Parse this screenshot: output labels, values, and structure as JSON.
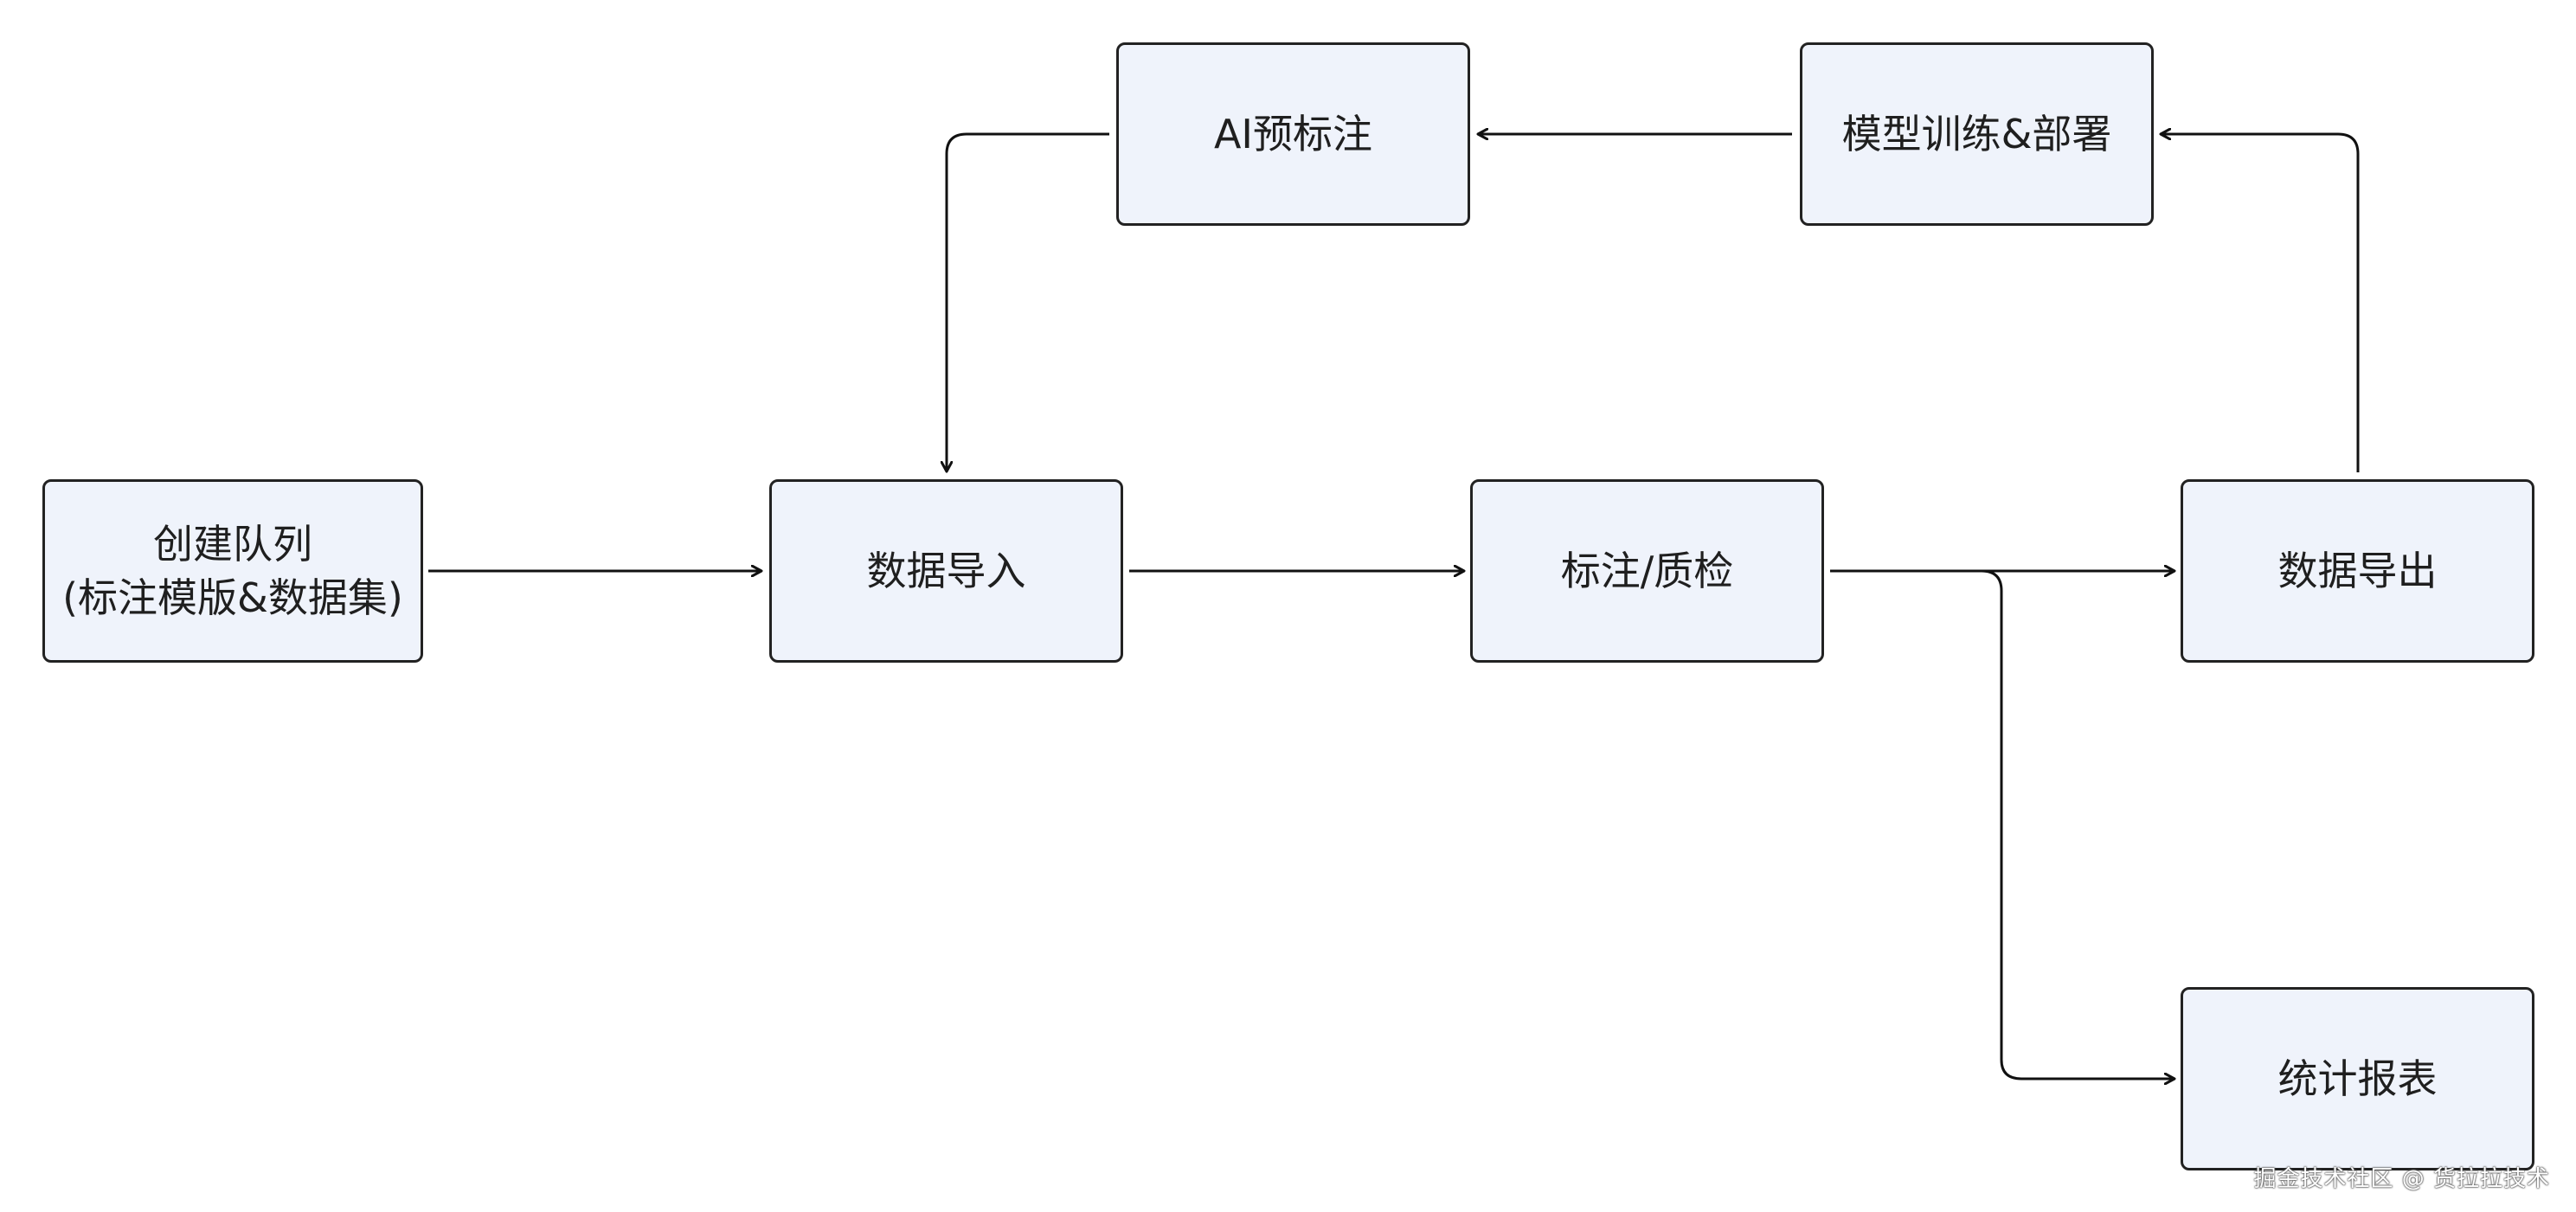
{
  "diagram": {
    "nodes": [
      {
        "id": "create-queue",
        "lines": [
          "创建队列",
          "(标注模版&数据集)"
        ]
      },
      {
        "id": "data-import",
        "lines": [
          "数据导入"
        ]
      },
      {
        "id": "label-qc",
        "lines": [
          "标注/质检"
        ]
      },
      {
        "id": "data-export",
        "lines": [
          "数据导出"
        ]
      },
      {
        "id": "ai-prelabel",
        "lines": [
          "AI预标注"
        ]
      },
      {
        "id": "model-train-deploy",
        "lines": [
          "模型训练&部署"
        ]
      },
      {
        "id": "stat-report",
        "lines": [
          "统计报表"
        ]
      }
    ],
    "edges": [
      {
        "from": "create-queue",
        "to": "data-import"
      },
      {
        "from": "data-import",
        "to": "label-qc"
      },
      {
        "from": "label-qc",
        "to": "data-export"
      },
      {
        "from": "label-qc",
        "to": "stat-report"
      },
      {
        "from": "data-export",
        "to": "model-train-deploy"
      },
      {
        "from": "model-train-deploy",
        "to": "ai-prelabel"
      },
      {
        "from": "ai-prelabel",
        "to": "data-import"
      }
    ],
    "colors": {
      "node_fill": "#eff3fb",
      "node_border": "#222222",
      "edge": "#111111"
    }
  },
  "watermark": "掘金技术社区 @ 货拉拉技术"
}
